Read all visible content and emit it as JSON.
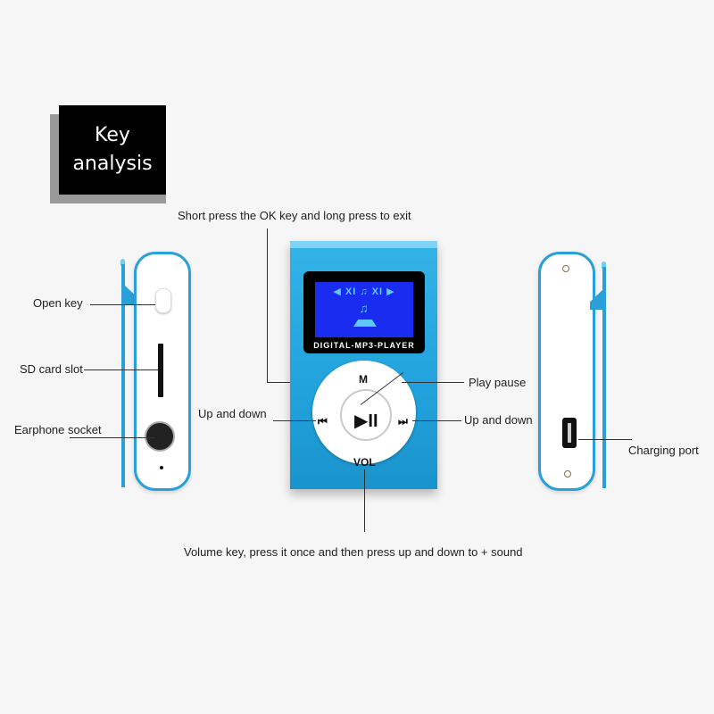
{
  "title": {
    "line1": "Key",
    "line2": "analysis"
  },
  "device": {
    "screen_brand": "DIGITAL-MP3-PLAYER",
    "screen_display": "◀ XI ♫ XI ▶",
    "screen_note": "♫",
    "wheel": {
      "top": "M",
      "bottom": "VOL",
      "left_glyph": "⏮",
      "right_glyph": "⏭",
      "center_glyph": "▶II"
    }
  },
  "annotations": {
    "ok_key": "Short press the OK key and long press to exit",
    "open_key": "Open key",
    "sd_slot": "SD card slot",
    "earphone": "Earphone socket",
    "play_pause": "Play pause",
    "prev": "Up and down",
    "next": "Up and down",
    "charging": "Charging port",
    "volume": "Volume key, press it once and then press up and down to + sound"
  },
  "colors": {
    "device_blue": "#2aa0d8",
    "screen_blue": "#1a2cf0",
    "background": "#f6f6f6"
  }
}
